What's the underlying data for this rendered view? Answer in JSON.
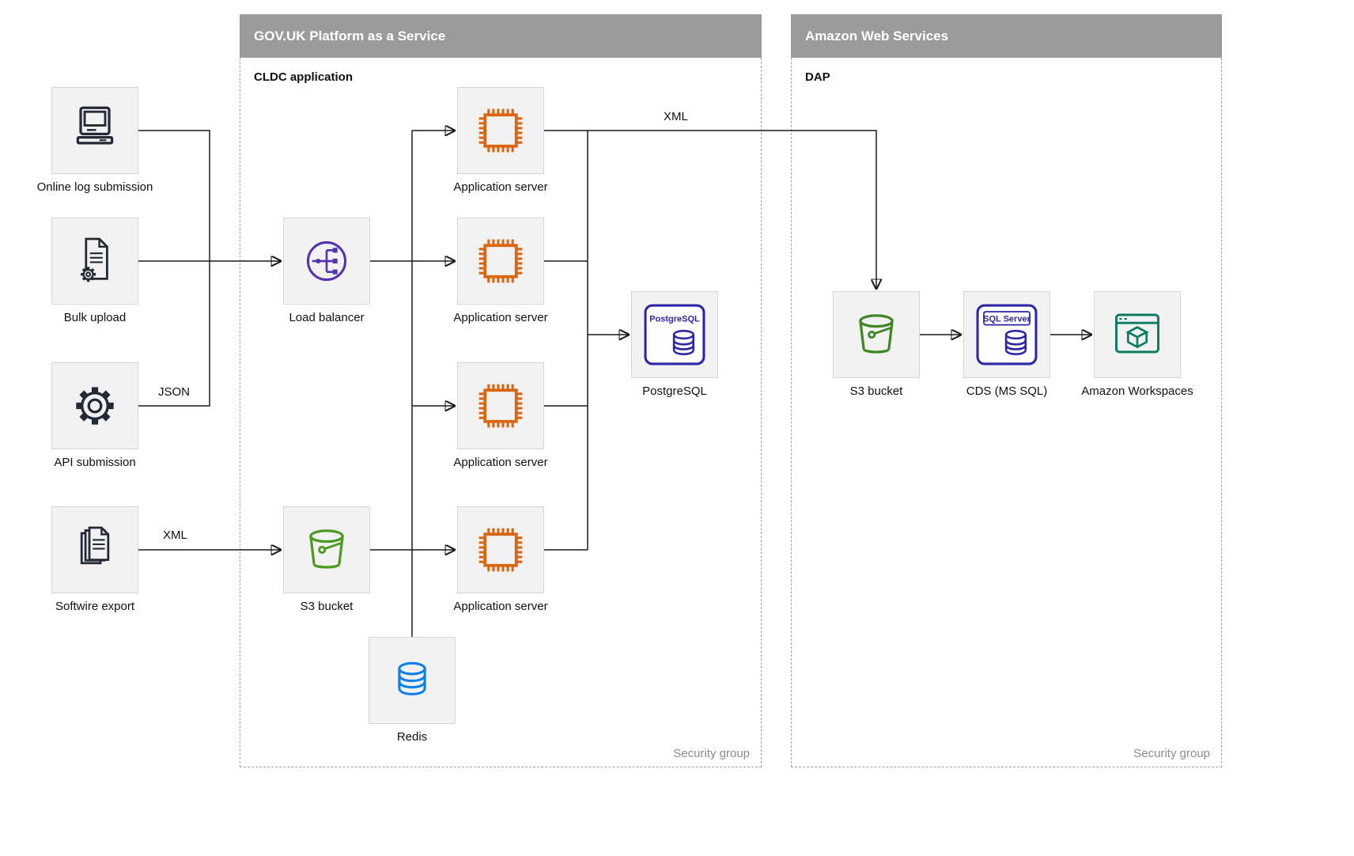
{
  "containers": {
    "paas": {
      "title": "GOV.UK Platform as a Service",
      "subtitle": "CLDC application",
      "security": "Security group"
    },
    "aws": {
      "title": "Amazon Web Services",
      "subtitle": "DAP",
      "security": "Security group"
    }
  },
  "nodes": {
    "online_log": "Online log submission",
    "bulk_upload": "Bulk upload",
    "api_submission": "API submission",
    "softwire_export": "Softwire export",
    "load_balancer": "Load balancer",
    "app_server": "Application server",
    "postgresql": "PostgreSQL",
    "s3_paas": "S3 bucket",
    "redis": "Redis",
    "s3_aws": "S3 bucket",
    "cds": "CDS (MS SQL)",
    "workspaces": "Amazon Workspaces"
  },
  "edge_labels": {
    "json": "JSON",
    "xml_export": "XML",
    "xml_transfer": "XML"
  },
  "icons": {
    "postgresql_text": "PostgreSQL",
    "sqlserver_text": "SQL Server"
  },
  "colors": {
    "header_gray": "#9b9b9b",
    "node_bg": "#f2f2f2",
    "icon_dark": "#232a35",
    "load_balancer_purple": "#5633ae",
    "app_server_orange": "#d86613",
    "database_blue": "#2d27a7",
    "bucket_green_paas": "#4c9a21",
    "bucket_green_aws": "#3f8624",
    "redis_blue": "#0d7fe8",
    "workspaces_teal": "#0c7d62"
  }
}
